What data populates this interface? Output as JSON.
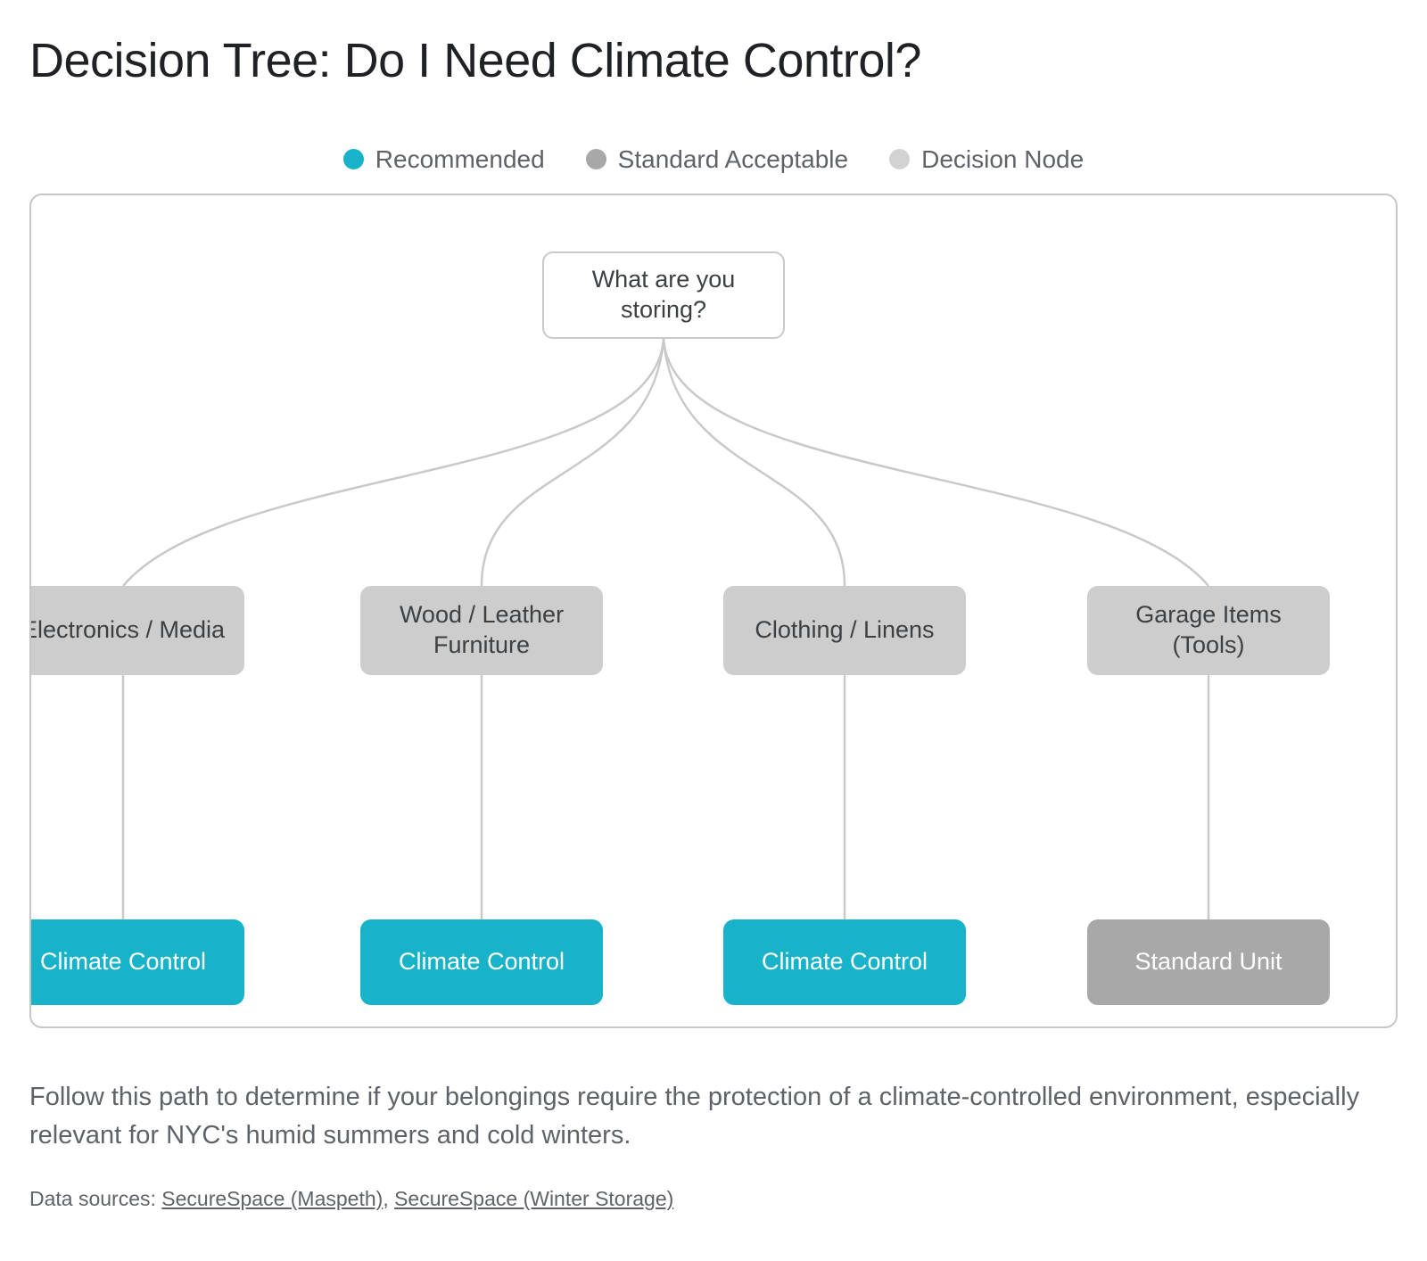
{
  "title": "Decision Tree: Do I Need Climate Control?",
  "legend": {
    "items": [
      {
        "label": "Recommended",
        "color": "#19b3c9"
      },
      {
        "label": "Standard Acceptable",
        "color": "#a8a8a8"
      },
      {
        "label": "Decision Node",
        "color": "#d2d2d2"
      }
    ]
  },
  "tree": {
    "root_label": "What are you storing?",
    "branches": [
      {
        "category": "Electronics / Media",
        "result": "Climate Control",
        "result_type": "recommended"
      },
      {
        "category": "Wood / Leather Furniture",
        "result": "Climate Control",
        "result_type": "recommended"
      },
      {
        "category": "Clothing / Linens",
        "result": "Climate Control",
        "result_type": "recommended"
      },
      {
        "category": "Garage Items (Tools)",
        "result": "Standard Unit",
        "result_type": "standard"
      }
    ]
  },
  "description": "Follow this path to determine if your belongings require the protection of a climate-controlled environment, especially relevant for NYC's humid summers and cold winters.",
  "data_sources": {
    "prefix": "Data sources: ",
    "separator": ", ",
    "links": [
      {
        "text": "SecureSpace (Maspeth)"
      },
      {
        "text": "SecureSpace (Winter Storage)"
      }
    ]
  },
  "colors": {
    "recommended": "#19b3c9",
    "standard": "#a8a8a8",
    "decision_node": "#cdcdcd",
    "connector": "#c9c9c9",
    "root_background": "#ffffff"
  }
}
